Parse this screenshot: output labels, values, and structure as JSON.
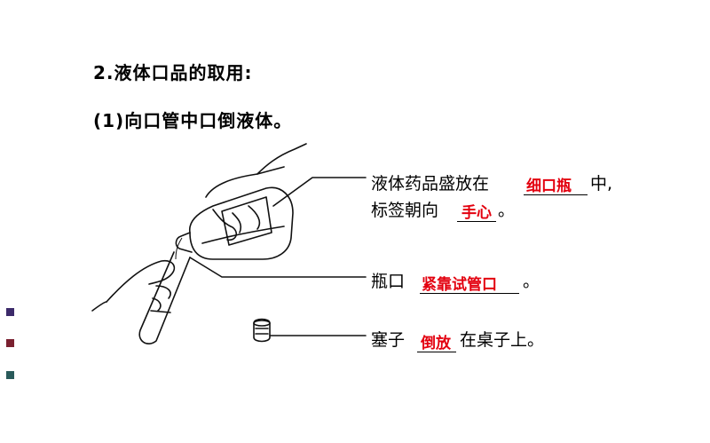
{
  "section": {
    "title": "2.液体口品的取用:",
    "subtitle": "(1)向口管中口倒液体。"
  },
  "captions": {
    "line1_before": "液体药品盛放在",
    "line1_after": "中,",
    "line2_before": "标签朝向",
    "line2_after": "。",
    "line3_before": "瓶口",
    "line3_after": "。",
    "line4_before": "塞子",
    "line4_after": "在桌子上。"
  },
  "answers": {
    "bottle": "细口瓶",
    "label_direction": "手心",
    "mouth": "紧靠试管口",
    "stopper": "倒放"
  },
  "colors": {
    "answer": "#e3000f",
    "bullet_1": "#3c2a6a",
    "bullet_2": "#7a2030",
    "bullet_3": "#2a5a5a"
  }
}
